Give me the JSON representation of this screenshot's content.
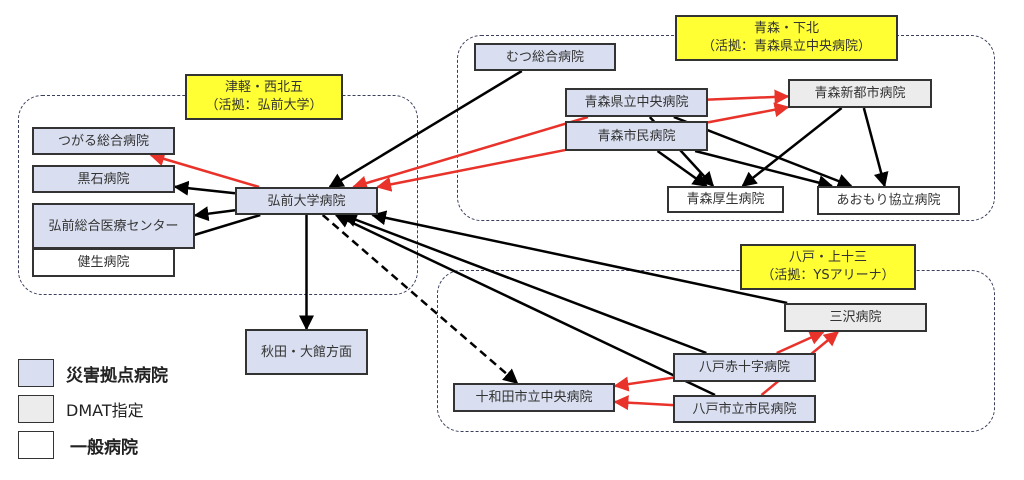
{
  "colors": {
    "disaster_base": "#d9dff0",
    "dmat": "#ececec",
    "general": "#ffffff",
    "region_label": "#ffff33",
    "arrow_red": "#e8322a",
    "arrow_black": "#000000"
  },
  "regions": [
    {
      "id": "tsugaru",
      "line1": "津軽・西北五",
      "line2": "（活拠：弘前大学）"
    },
    {
      "id": "aomori",
      "line1": "青森・下北",
      "line2": "（活拠：青森県立中央病院）"
    },
    {
      "id": "hachinohe",
      "line1": "八戸・上十三",
      "line2": "（活拠：YSアリーナ）"
    }
  ],
  "nodes": {
    "hirosaki_univ": {
      "label": "弘前大学病院",
      "type": "disaster"
    },
    "tsugaru_sogo": {
      "label": "つがる総合病院",
      "type": "disaster"
    },
    "kuroishi": {
      "label": "黒石病院",
      "type": "disaster"
    },
    "hirosaki_sogo": {
      "label": "弘前総合医療センター",
      "type": "disaster"
    },
    "kensei": {
      "label": "健生病院",
      "type": "general"
    },
    "akita_odate": {
      "label": "秋田・大館方面",
      "type": "disaster"
    },
    "mutsu": {
      "label": "むつ総合病院",
      "type": "disaster"
    },
    "aomori_kenritsu": {
      "label": "青森県立中央病院",
      "type": "disaster"
    },
    "aomori_shimin": {
      "label": "青森市民病院",
      "type": "disaster"
    },
    "aomori_shinto": {
      "label": "青森新都市病院",
      "type": "dmat"
    },
    "aomori_kosei": {
      "label": "青森厚生病院",
      "type": "general"
    },
    "aomori_kyoritsu": {
      "label": "あおもり協立病院",
      "type": "general"
    },
    "misawa": {
      "label": "三沢病院",
      "type": "dmat"
    },
    "hachinohe_sekijuji": {
      "label": "八戸赤十字病院",
      "type": "disaster"
    },
    "hachinohe_shimin": {
      "label": "八戸市立市民病院",
      "type": "disaster"
    },
    "towada": {
      "label": "十和田市立中央病院",
      "type": "disaster"
    }
  },
  "edges": [
    {
      "from": "hirosaki_univ",
      "to": "tsugaru_sogo",
      "color": "red",
      "style": "solid"
    },
    {
      "from": "hirosaki_univ",
      "to": "kuroishi",
      "color": "black",
      "style": "solid"
    },
    {
      "from": "hirosaki_univ",
      "to": "hirosaki_sogo",
      "color": "black",
      "style": "solid"
    },
    {
      "from": "hirosaki_univ",
      "to": "kensei",
      "color": "black",
      "style": "solid"
    },
    {
      "from": "hirosaki_univ",
      "to": "akita_odate",
      "color": "black",
      "style": "solid"
    },
    {
      "from": "mutsu",
      "to": "hirosaki_univ",
      "color": "black",
      "style": "solid"
    },
    {
      "from": "aomori_kenritsu",
      "to": "hirosaki_univ",
      "color": "red",
      "style": "solid"
    },
    {
      "from": "aomori_shimin",
      "to": "hirosaki_univ",
      "color": "red",
      "style": "solid"
    },
    {
      "from": "aomori_kenritsu",
      "to": "aomori_shinto",
      "color": "red",
      "style": "solid"
    },
    {
      "from": "aomori_shimin",
      "to": "aomori_shinto",
      "color": "red",
      "style": "solid"
    },
    {
      "from": "aomori_kenritsu",
      "to": "aomori_kosei",
      "color": "black",
      "style": "solid"
    },
    {
      "from": "aomori_shimin",
      "to": "aomori_kosei",
      "color": "black",
      "style": "solid"
    },
    {
      "from": "aomori_kenritsu",
      "to": "aomori_kyoritsu",
      "color": "black",
      "style": "solid"
    },
    {
      "from": "aomori_shimin",
      "to": "aomori_kyoritsu",
      "color": "black",
      "style": "solid"
    },
    {
      "from": "aomori_shinto",
      "to": "aomori_kosei",
      "color": "black",
      "style": "solid"
    },
    {
      "from": "aomori_shinto",
      "to": "aomori_kyoritsu",
      "color": "black",
      "style": "solid"
    },
    {
      "from": "misawa",
      "to": "hirosaki_univ",
      "color": "black",
      "style": "solid"
    },
    {
      "from": "hachinohe_sekijuji",
      "to": "hirosaki_univ",
      "color": "black",
      "style": "solid"
    },
    {
      "from": "hachinohe_shimin",
      "to": "hirosaki_univ",
      "color": "black",
      "style": "solid"
    },
    {
      "from": "hirosaki_univ",
      "to": "towada",
      "color": "black",
      "style": "dashed"
    },
    {
      "from": "hachinohe_sekijuji",
      "to": "towada",
      "color": "red",
      "style": "solid"
    },
    {
      "from": "hachinohe_shimin",
      "to": "towada",
      "color": "red",
      "style": "solid"
    },
    {
      "from": "hachinohe_sekijuji",
      "to": "misawa",
      "color": "red",
      "style": "solid"
    },
    {
      "from": "hachinohe_shimin",
      "to": "misawa",
      "color": "red",
      "style": "solid"
    }
  ],
  "legend": [
    {
      "label": "災害拠点病院",
      "type": "disaster"
    },
    {
      "label": "DMAT指定",
      "type": "dmat"
    },
    {
      "label": "一般病院",
      "type": "general"
    }
  ]
}
